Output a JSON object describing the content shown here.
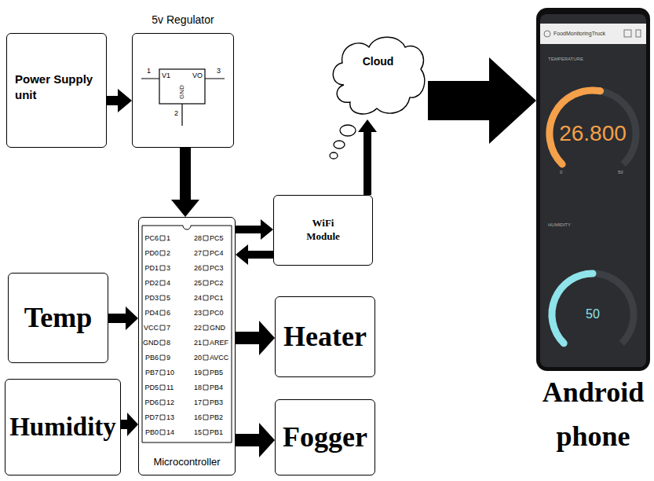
{
  "diagram": {
    "nodes": [
      {
        "text": [
          "Power Supply unit"
        ]
      },
      {
        "text": [
          "5v Regulator"
        ]
      },
      {
        "text": [
          "Cloud"
        ]
      },
      {
        "text": [
          "Android phone"
        ]
      },
      {
        "text": [
          "Microcontroller"
        ]
      },
      {
        "text": [
          "WiFi Module"
        ]
      },
      {
        "text": [
          "Temp"
        ]
      },
      {
        "text": [
          "Heater"
        ]
      },
      {
        "text": [
          "Humidity"
        ]
      },
      {
        "text": [
          "Fogger"
        ]
      }
    ],
    "edges": [
      {
        "from": 0,
        "to": 1,
        "arrow": "to"
      },
      {
        "from": 1,
        "to": 4,
        "arrow": "to"
      },
      {
        "from": 4,
        "to": 5,
        "arrow": "to"
      },
      {
        "from": 5,
        "to": 4,
        "arrow": "to"
      },
      {
        "from": 5,
        "to": 2,
        "arrow": "to"
      },
      {
        "from": 2,
        "to": 3,
        "arrow": "to"
      },
      {
        "from": 6,
        "to": 4,
        "arrow": "to"
      },
      {
        "from": 4,
        "to": 7,
        "arrow": "to"
      },
      {
        "from": 8,
        "to": 4,
        "arrow": "to"
      },
      {
        "from": 4,
        "to": 9,
        "arrow": "to"
      }
    ],
    "labels": [
      "1",
      "V1",
      "VO",
      "3",
      "GND",
      "2",
      "FoodMonitoringTruck",
      "TEMPERATURE",
      "26.800",
      "0",
      "50",
      "HUMIDITY",
      "50",
      "PC6",
      "1",
      "28",
      "PC5",
      "PD0",
      "2",
      "27",
      "PC4",
      "PD1",
      "3",
      "26",
      "PC3",
      "PD2",
      "4",
      "25",
      "PC2",
      "PD3",
      "5",
      "24",
      "PC1",
      "PD4",
      "6",
      "23",
      "PC0",
      "VCC",
      "7",
      "22",
      "GND",
      "GND",
      "8",
      "21",
      "AREF",
      "PB6",
      "9",
      "20",
      "AVCC",
      "PB7",
      "10",
      "19",
      "PB5",
      "PD5",
      "11",
      "18",
      "PB4",
      "PD6",
      "12",
      "17",
      "PB3",
      "PD7",
      "13",
      "16",
      "PB2",
      "PB0",
      "14",
      "15",
      "PB1"
    ]
  }
}
